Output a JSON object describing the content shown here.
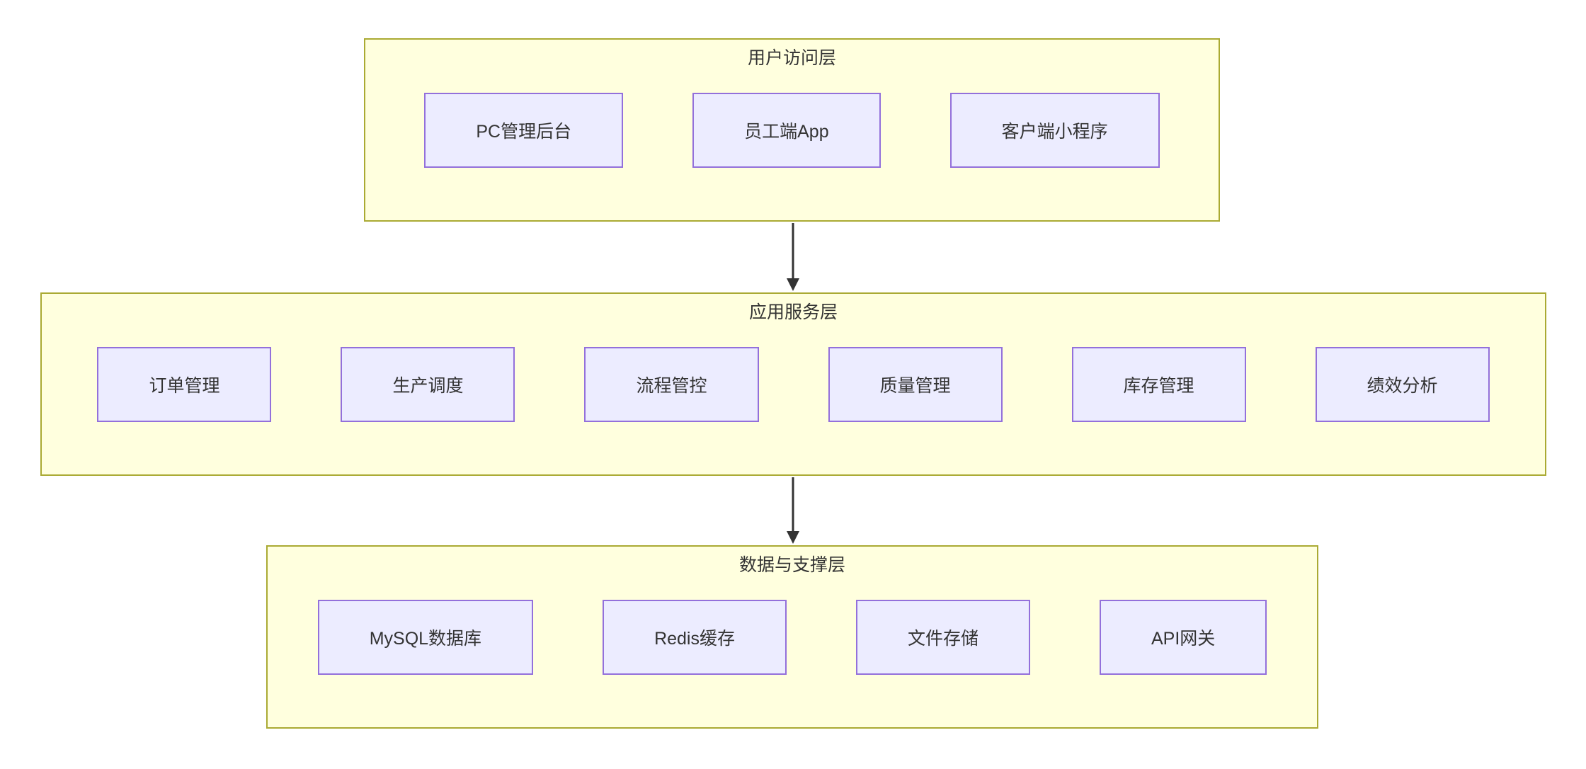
{
  "diagram": {
    "layers": [
      {
        "id": "user-access",
        "title": "用户访问层",
        "nodes": [
          "PC管理后台",
          "员工端App",
          "客户端小程序"
        ]
      },
      {
        "id": "app-service",
        "title": "应用服务层",
        "nodes": [
          "订单管理",
          "生产调度",
          "流程管控",
          "质量管理",
          "库存管理",
          "绩效分析"
        ]
      },
      {
        "id": "data-support",
        "title": "数据与支撑层",
        "nodes": [
          "MySQL数据库",
          "Redis缓存",
          "文件存储",
          "API网关"
        ]
      }
    ],
    "edges": [
      {
        "from": "用户访问层",
        "to": "应用服务层"
      },
      {
        "from": "应用服务层",
        "to": "数据与支撑层"
      }
    ],
    "colors": {
      "cluster_fill": "#ffffde",
      "cluster_border": "#aaaa33",
      "node_fill": "#ececff",
      "node_border": "#9370db",
      "text": "#333333",
      "arrow": "#333333"
    }
  }
}
